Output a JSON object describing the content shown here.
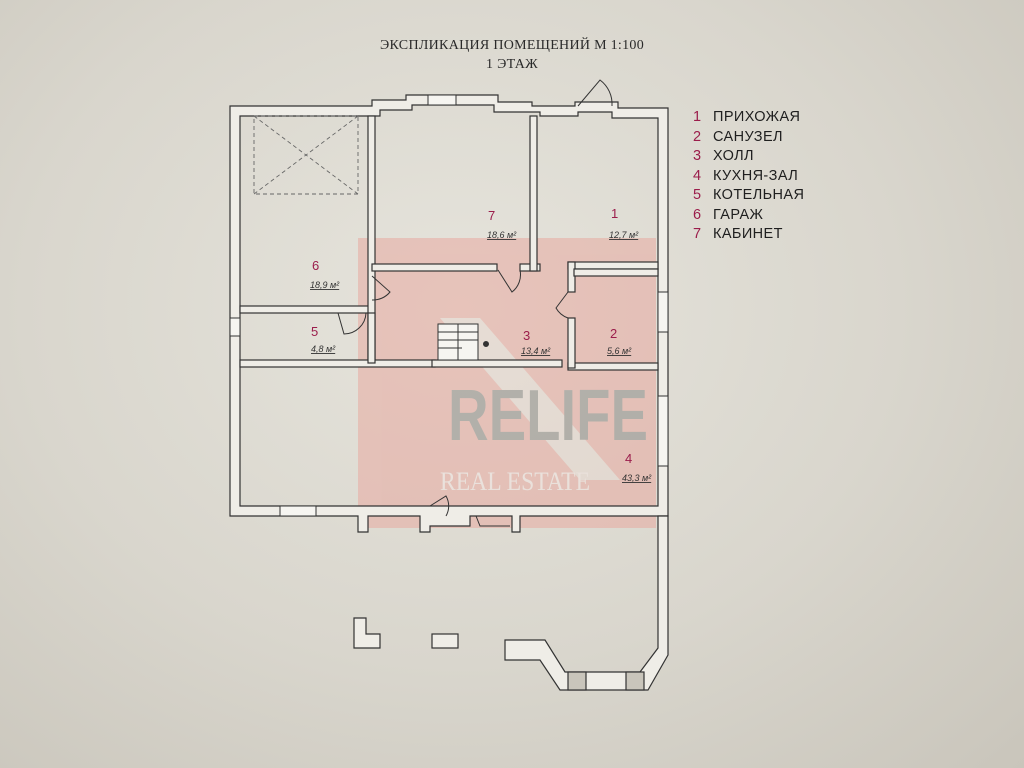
{
  "title": {
    "line1": "ЭКСПЛИКАЦИЯ ПОМЕЩЕНИЙ М 1:100",
    "line2": "1 ЭТАЖ"
  },
  "legend": [
    {
      "num": "1",
      "name": "ПРИХОЖАЯ"
    },
    {
      "num": "2",
      "name": "САНУЗЕЛ"
    },
    {
      "num": "3",
      "name": "ХОЛЛ"
    },
    {
      "num": "4",
      "name": "КУХНЯ-ЗАЛ"
    },
    {
      "num": "5",
      "name": "КОТЕЛЬНАЯ"
    },
    {
      "num": "6",
      "name": "ГАРАЖ"
    },
    {
      "num": "7",
      "name": "КАБИНЕТ"
    }
  ],
  "rooms": {
    "r1": {
      "num": "1",
      "area": "12,7 м²"
    },
    "r2": {
      "num": "2",
      "area": "5,6 м²"
    },
    "r3": {
      "num": "3",
      "area": "13,4 м²"
    },
    "r4": {
      "num": "4",
      "area": "43,3 м²"
    },
    "r5": {
      "num": "5",
      "area": "4,8 м²"
    },
    "r6": {
      "num": "6",
      "area": "18,9 м²"
    },
    "r7": {
      "num": "7",
      "area": "18,6 м²"
    }
  },
  "watermark": {
    "brand": "RELIFE",
    "sub": "REAL ESTATE"
  },
  "colors": {
    "room_number": "#9b1d4b",
    "watermark_red": "#e8a9a0",
    "watermark_gray": "#8c8a86"
  }
}
